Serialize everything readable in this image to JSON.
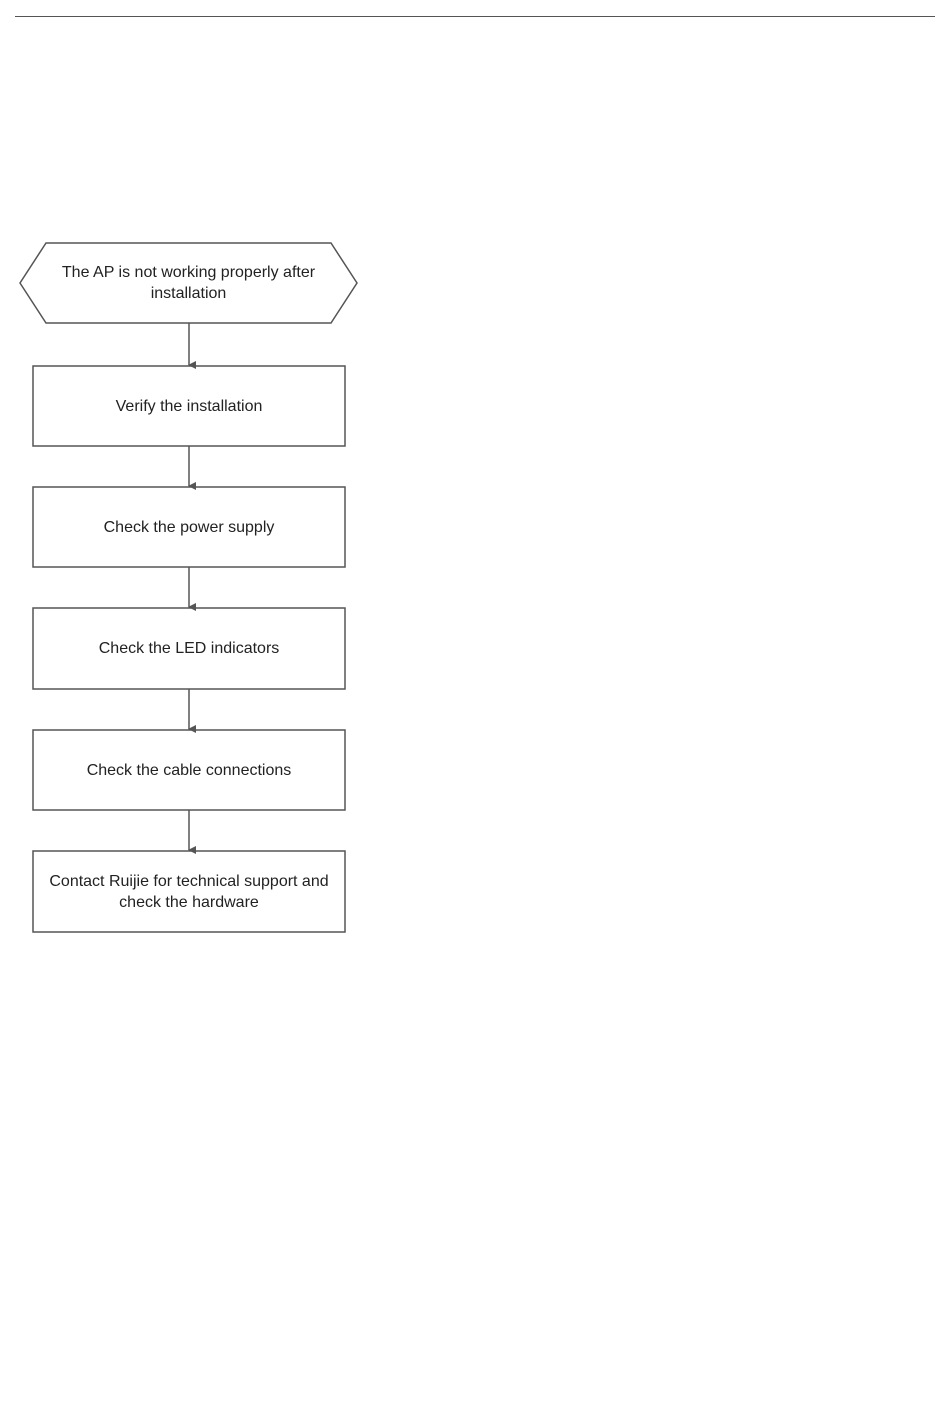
{
  "flowchart": {
    "start": {
      "line1": "The AP is not working properly after",
      "line2": "installation"
    },
    "steps": [
      {
        "label": "Verify the installation"
      },
      {
        "label": "Check the power supply"
      },
      {
        "label": "Check the LED indicators"
      },
      {
        "label": "Check the cable connections"
      },
      {
        "line1": "Contact Ruijie for technical support and",
        "line2": "check the hardware"
      }
    ],
    "colors": {
      "stroke": "#555555",
      "text": "#222222",
      "background": "#ffffff"
    }
  }
}
